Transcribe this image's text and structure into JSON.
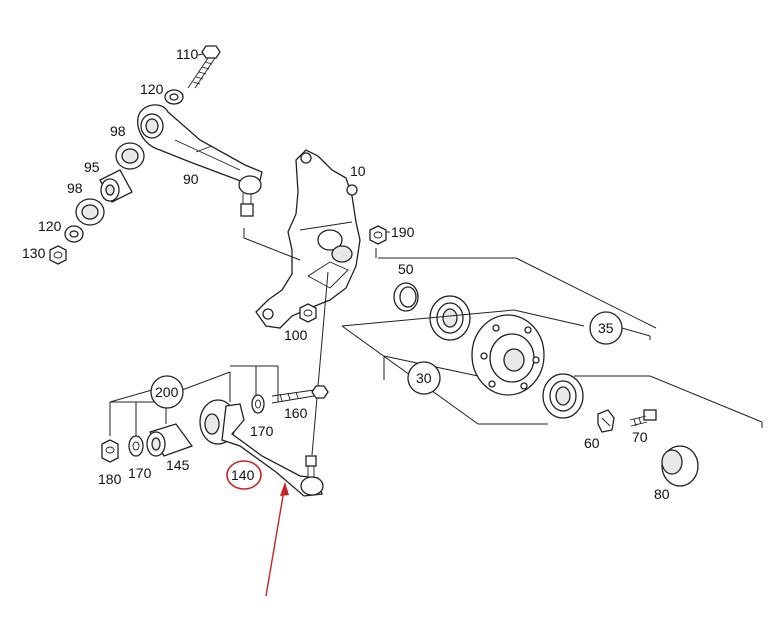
{
  "callouts": {
    "p10": "10",
    "p30": "30",
    "p35": "35",
    "p50": "50",
    "p60": "60",
    "p70": "70",
    "p80": "80",
    "p90": "90",
    "p95": "95",
    "p98a": "98",
    "p98b": "98",
    "p100": "100",
    "p110": "110",
    "p120a": "120",
    "p120b": "120",
    "p130": "130",
    "p140": "140",
    "p145": "145",
    "p160": "160",
    "p170a": "170",
    "p170b": "170",
    "p180": "180",
    "p190": "190",
    "p200": "200"
  },
  "highlight": {
    "part": "140",
    "color": "#cc2222"
  },
  "colors": {
    "line": "#222222",
    "circle": "#cc2222",
    "arrow": "#cc2222"
  }
}
